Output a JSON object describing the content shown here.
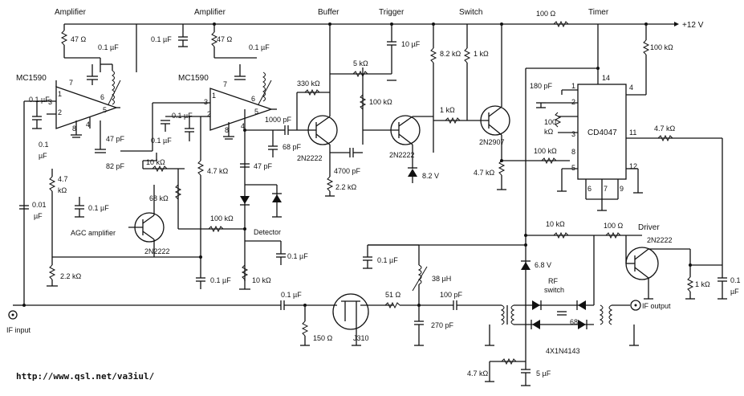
{
  "header": {
    "amplifier_1": "Amplifier",
    "amplifier_2": "Amplifier",
    "buffer": "Buffer",
    "trigger": "Trigger",
    "switch": "Switch",
    "timer": "Timer",
    "supply": "+12 V"
  },
  "ic": {
    "mc1590_a": "MC1590",
    "mc1590_b": "MC1590",
    "cd4047": "CD4047",
    "pins_a": [
      "1",
      "2",
      "3",
      "4",
      "5",
      "6",
      "7",
      "8"
    ],
    "pins_cd4047": [
      "1",
      "2",
      "3",
      "4",
      "5",
      "6",
      "7",
      "8",
      "9",
      "11",
      "12",
      "14"
    ]
  },
  "parts": {
    "r47_a": "47 Ω",
    "r47_b": "47 Ω",
    "c01_top_a": "0.1 µF",
    "c01_top_b": "0.1 µF",
    "c01_top_mid": "0.1 µF",
    "c01_in": "0.1 µF",
    "c01_in2": "0.1",
    "c01_in2b": "µF",
    "c001": "0.01",
    "c001b": "µF",
    "r47k": "4.7",
    "r47kb": "kΩ",
    "c01_mid": "0.1 µF",
    "c01_amp2a": "0.1 µF",
    "c01_amp2b": "0.1 µF",
    "c47p": "47 pF",
    "c82p": "82 pF",
    "r10k": "10 kΩ",
    "r68k": "68 kΩ",
    "r47k_2": "4.7 kΩ",
    "r100k_agc": "100 kΩ",
    "r2_2k": "2.2 kΩ",
    "c01_bot1": "0.1 µF",
    "c01_bot2": "0.1 µF",
    "r10k_bot": "10 kΩ",
    "c1000p": "1000 pF",
    "c68p": "68 pF",
    "c47p_2": "47 pF",
    "r330k": "330 kΩ",
    "r5k": "5 kΩ",
    "r100k_buf": "100 kΩ",
    "c4700p": "4700 pF",
    "r2_2k_buf": "2.2 kΩ",
    "c10u": "10 µF",
    "r8_2k": "8.2 kΩ",
    "r1k_a": "1 kΩ",
    "r1k_b": "1 kΩ",
    "z8_2": "8.2 V",
    "r4_7k_sw": "4.7 kΩ",
    "r100_top": "100 Ω",
    "r100k_timer": "100 kΩ",
    "c180p": "180 pF",
    "r100k_t1": "100",
    "r100k_t2": "kΩ",
    "r100k_t3": "100 kΩ",
    "r4_7k_t": "4.7 kΩ",
    "r10k_drv": "10 kΩ",
    "r100_drv": "100 Ω",
    "z6_8": "6.8 V",
    "c01_j": "0.1 µF",
    "l38": "38 µH",
    "r51": "51 Ω",
    "c100p": "100 pF",
    "c270p": "270 pF",
    "r150": "150 Ω",
    "c01_if": "0.1 µF",
    "c68_rf": "68",
    "r1k_drv": "1 kΩ",
    "c01_drv1": "0.1",
    "c01_drv2": "µF",
    "r4_7k_bot": "4.7 kΩ",
    "c5u": "5 µF"
  },
  "devices": {
    "q_agc": "2N2222",
    "q_buf": "2N2222",
    "q_trig": "2N2222",
    "q_sw": "2N2907",
    "q_drv": "2N2222",
    "j310": "J310",
    "diodes": "4X1N4143"
  },
  "labels": {
    "agc_amplifier": "AGC amplifier",
    "detector": "Detector",
    "rf_switch_1": "RF",
    "rf_switch_2": "switch",
    "driver": "Driver",
    "if_input": "IF input",
    "if_output": "IF output"
  },
  "footer": {
    "url": "http://www.qsl.net/va3iul/"
  }
}
